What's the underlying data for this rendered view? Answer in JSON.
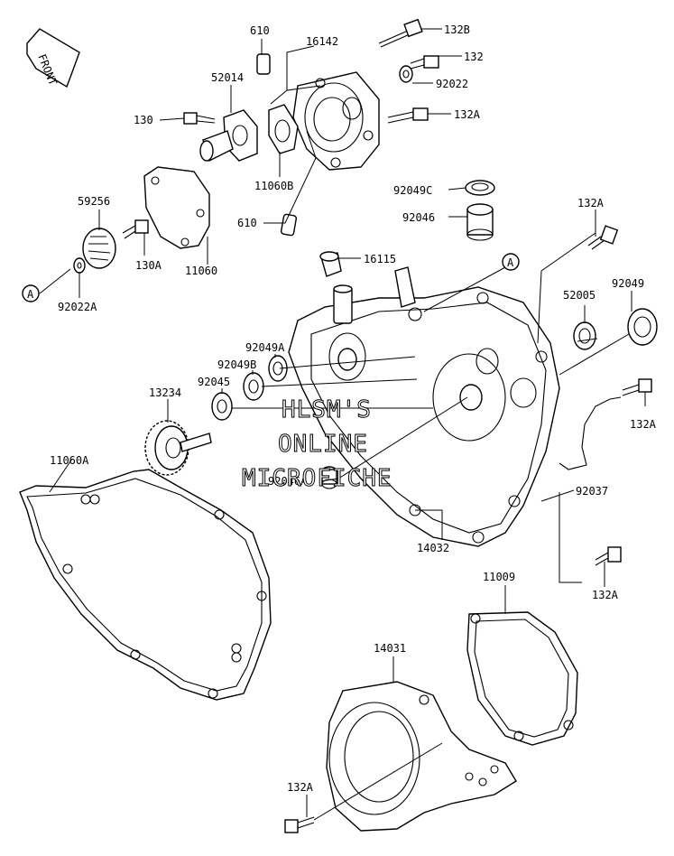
{
  "labels": {
    "p610a": "610",
    "p16142": "16142",
    "p132b": "132B",
    "p132": "132",
    "p92022": "92022",
    "p52014": "52014",
    "p130": "130",
    "p132a1": "132A",
    "p11060b": "11060B",
    "p610b": "610",
    "p59256": "59256",
    "p130a": "130A",
    "p11060": "11060",
    "p92022a": "92022A",
    "p92049c": "92049C",
    "p92046": "92046",
    "p16115": "16115",
    "p132a2": "132A",
    "p52005": "52005",
    "p92049": "92049",
    "p92049a": "92049A",
    "p92049b": "92049B",
    "p92045": "92045",
    "p13234": "13234",
    "p132a3": "132A",
    "p11060a": "11060A",
    "p92046a": "92046A",
    "p92037": "92037",
    "p14032": "14032",
    "p132a4": "132A",
    "p11009": "11009",
    "p14031": "14031",
    "p132a5": "132A",
    "front": "FRONT",
    "refA1": "A",
    "refA2": "A"
  },
  "watermark": {
    "line1": "HLSM'S",
    "line2": "ONLINE",
    "line3": "MICROFICHE"
  }
}
